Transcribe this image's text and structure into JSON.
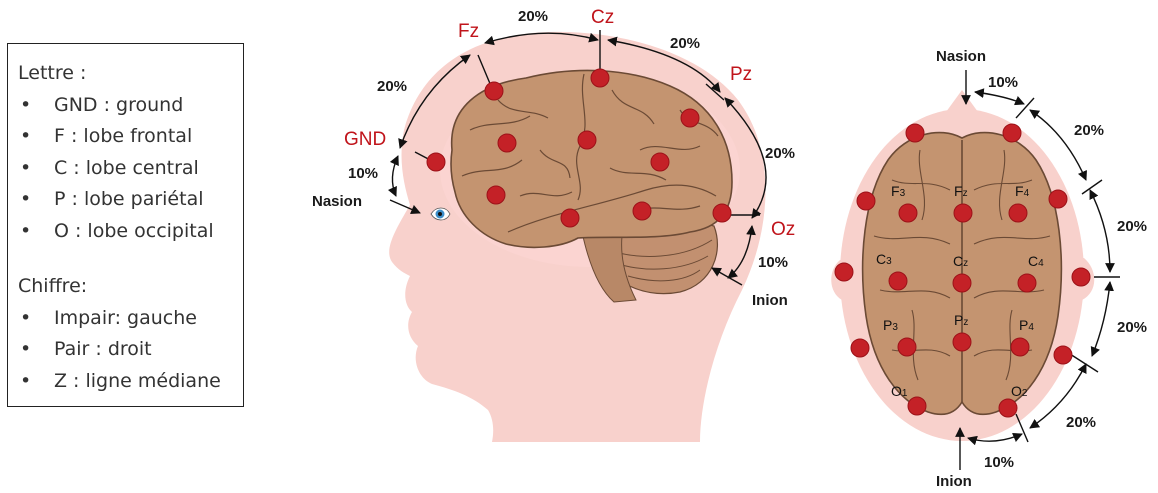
{
  "legend": {
    "letters_title": "Lettre :",
    "letters": [
      "GND : ground",
      "F : lobe frontal",
      "C : lobe central",
      "P : lobe pariétal",
      "O : lobe occipital"
    ],
    "digits_title": "Chiffre:",
    "digits": [
      "Impair: gauche",
      "Pair : droit",
      "Z : ligne médiane"
    ]
  },
  "side_view": {
    "labels": {
      "fz": "Fz",
      "cz": "Cz",
      "pz": "Pz",
      "oz": "Oz",
      "gnd": "GND",
      "nasion": "Nasion",
      "inion": "Inion"
    },
    "percentages": {
      "fz_cz": "20%",
      "cz_pz": "20%",
      "gnd_fz": "20%",
      "nasion_gnd": "10%",
      "pz_oz": "20%",
      "oz_inion": "10%"
    }
  },
  "top_view": {
    "labels": {
      "nasion": "Nasion",
      "inion": "Inion"
    },
    "electrodes": {
      "f3": {
        "l": "F",
        "s": "3"
      },
      "fz": {
        "l": "F",
        "s": "z"
      },
      "f4": {
        "l": "F",
        "s": "4"
      },
      "c3": {
        "l": "C",
        "s": "3"
      },
      "cz": {
        "l": "C",
        "s": "z"
      },
      "c4": {
        "l": "C",
        "s": "4"
      },
      "p3": {
        "l": "P",
        "s": "3"
      },
      "pz": {
        "l": "P",
        "s": "z"
      },
      "p4": {
        "l": "P",
        "s": "4"
      },
      "o1": {
        "l": "O",
        "s": "1"
      },
      "o2": {
        "l": "O",
        "s": "2"
      }
    },
    "percentages": {
      "top": "10%",
      "upper": "20%",
      "mid": "20%",
      "lower": "20%",
      "bottom_right": "20%",
      "bottom": "10%"
    }
  },
  "colors": {
    "skin": "#f8d1cc",
    "brain": "#c49470",
    "electrode": "#c42127",
    "label_red": "#c0141b"
  }
}
